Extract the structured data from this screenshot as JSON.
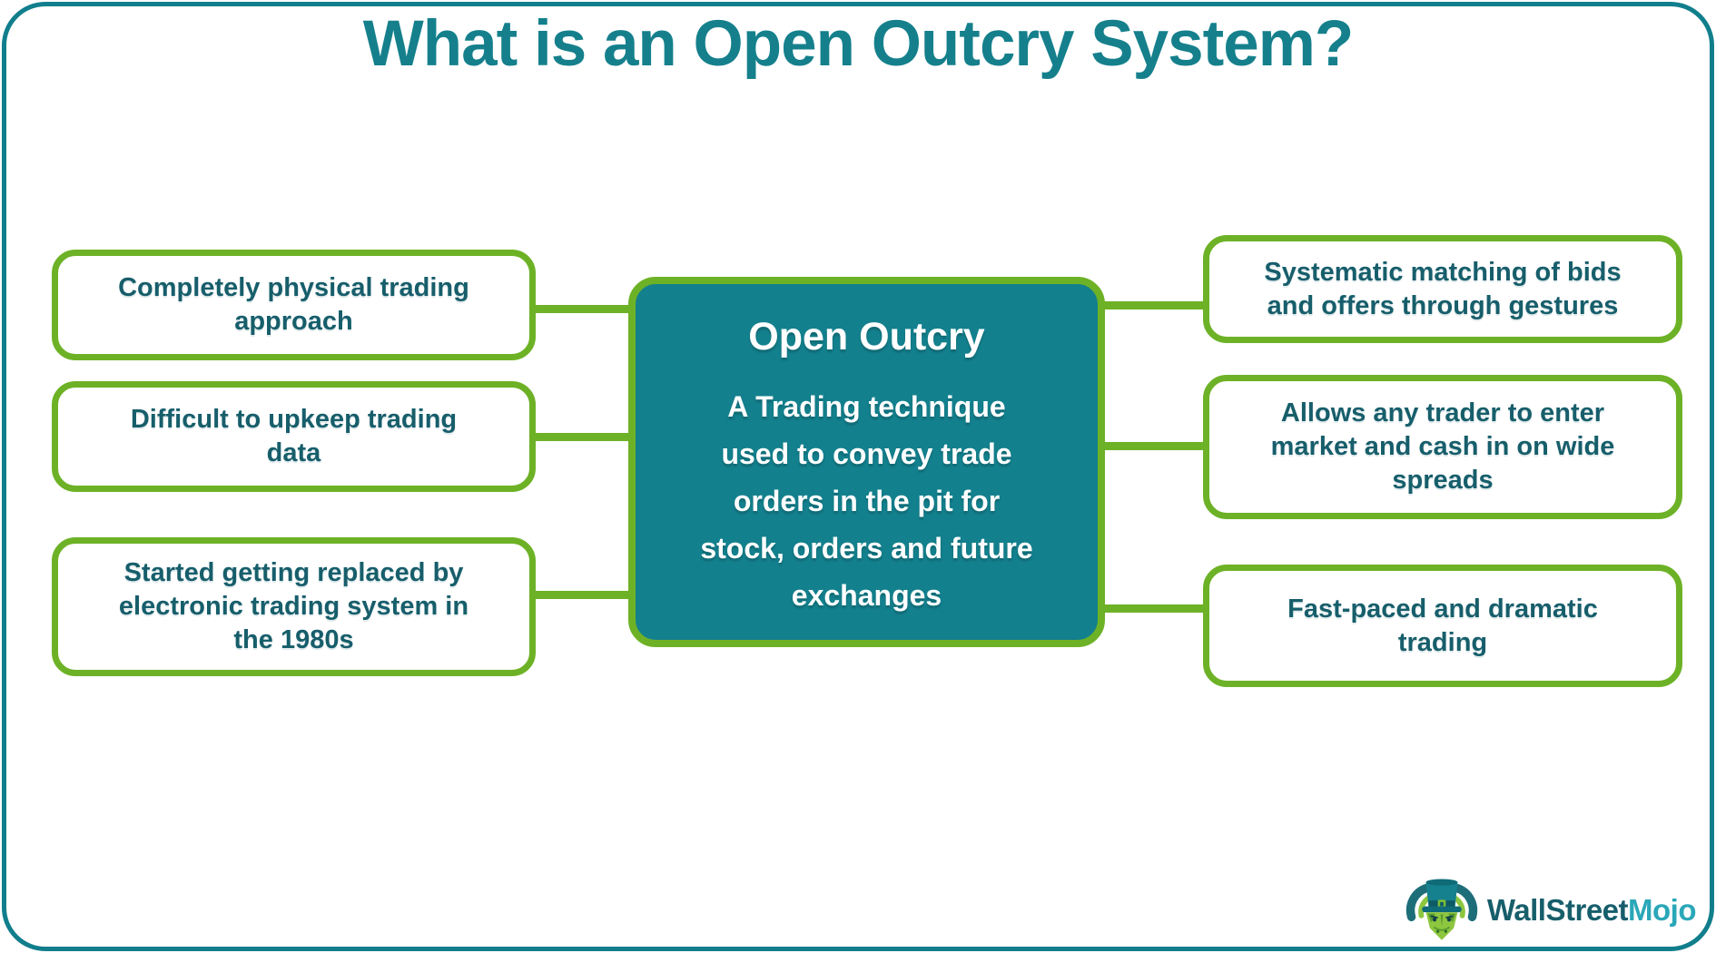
{
  "page": {
    "title": "What is an Open Outcry System?",
    "background_color": "#ffffff",
    "frame_color": "#117e8c",
    "accent_green": "#6db226",
    "text_teal": "#175e6b"
  },
  "center_node": {
    "title": "Open Outcry",
    "description_lines": [
      "A Trading technique",
      "used to convey trade",
      "orders in the pit for",
      "stock, orders and future",
      "exchanges"
    ],
    "fill_color": "#13808d",
    "text_color": "#ffffff"
  },
  "left_items": [
    {
      "lines": [
        "Completely physical trading",
        "approach"
      ]
    },
    {
      "lines": [
        "Difficult to upkeep trading",
        "data"
      ]
    },
    {
      "lines": [
        "Started getting replaced by",
        "electronic trading system in",
        "the 1980s"
      ]
    }
  ],
  "right_items": [
    {
      "lines": [
        "Systematic matching of bids",
        "and offers through gestures"
      ]
    },
    {
      "lines": [
        "Allows any trader to enter",
        "market and cash in on wide",
        "spreads"
      ]
    },
    {
      "lines": [
        "Fast-paced and dramatic",
        "trading"
      ]
    }
  ],
  "logo": {
    "brand_primary": "WallStreet",
    "brand_secondary": "Mojo",
    "primary_color": "#175e6b",
    "secondary_color": "#2aa7b8",
    "mascot": "bull-with-top-hat"
  }
}
